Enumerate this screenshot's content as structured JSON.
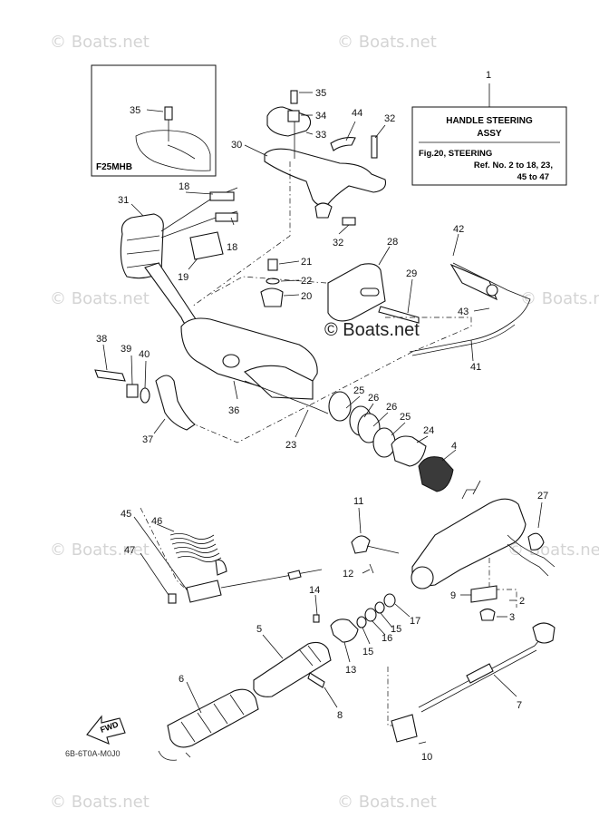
{
  "inset": {
    "model_label": "F25MHB",
    "part_number": "35"
  },
  "handle_box": {
    "title_line1": "HANDLE STEERING",
    "title_line2": "ASSY",
    "ref_line1": "Fig.20, STEERING",
    "ref_line2": "Ref. No. 2 to 18, 23,",
    "ref_line3": "45 to 47"
  },
  "watermark": {
    "center": "© Boats.net",
    "faded": "© Boats.net"
  },
  "footer": {
    "drawing_code": "6B-6T0A-M0J0",
    "fwd_label": "FWD"
  },
  "callouts": {
    "c1": "1",
    "c2": "2",
    "c3": "3",
    "c4": "4",
    "c5": "5",
    "c6": "6",
    "c7": "7",
    "c8": "8",
    "c9": "9",
    "c10": "10",
    "c11": "11",
    "c12": "12",
    "c13": "13",
    "c14": "14",
    "c15a": "15",
    "c15b": "15",
    "c16": "16",
    "c17": "17",
    "c18a": "18",
    "c18b": "18",
    "c19": "19",
    "c20": "20",
    "c21": "21",
    "c22": "22",
    "c23": "23",
    "c24": "24",
    "c25a": "25",
    "c25b": "25",
    "c26a": "26",
    "c26b": "26",
    "c27": "27",
    "c28": "28",
    "c29": "29",
    "c30": "30",
    "c31": "31",
    "c32a": "32",
    "c32b": "32",
    "c33": "33",
    "c34": "34",
    "c35": "35",
    "c36": "36",
    "c37": "37",
    "c38": "38",
    "c39": "39",
    "c40": "40",
    "c41": "41",
    "c42": "42",
    "c43": "43",
    "c44": "44",
    "c45": "45",
    "c46": "46",
    "c47": "47"
  }
}
